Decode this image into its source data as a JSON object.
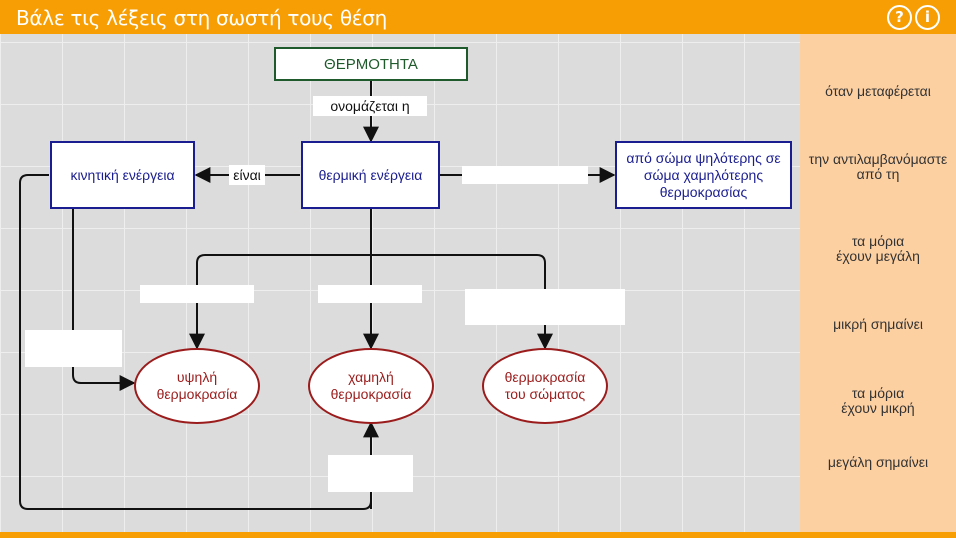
{
  "header": {
    "title": "Βάλε τις λέξεις στη σωστή τους θέση",
    "help_icon": "?",
    "info_icon": "i"
  },
  "colors": {
    "accent": "#f79e05",
    "panel": "#fdd0a2",
    "node_blue": "#1a1d8f",
    "node_green": "#1e5a2b",
    "node_red": "#9b1c1c"
  },
  "diagram": {
    "root": "ΘΕΡΜΟΤΗΤΑ",
    "link_onomazetai": "ονομάζεται η",
    "thermal_energy": "θερμική ενέργεια",
    "kinetic_energy": "κινητική ενέργεια",
    "link_einai": "είναι",
    "transfer_box": "από σώμα ψηλότερης σε σώμα χαμηλότερης θερμοκρασίας",
    "high_temp": "υψηλή θερμοκρασία",
    "low_temp": "χαμηλή θερμοκρασία",
    "body_temp": "θερμοκρασία του σώματος"
  },
  "word_bank": [
    "όταν μεταφέρεται",
    "την αντιλαμβανόμαστε από τη",
    "τα μόρια έχουν μεγάλη",
    "μικρή σημαίνει",
    "τα μόρια έχουν μικρή",
    "μεγάλη σημαίνει"
  ]
}
